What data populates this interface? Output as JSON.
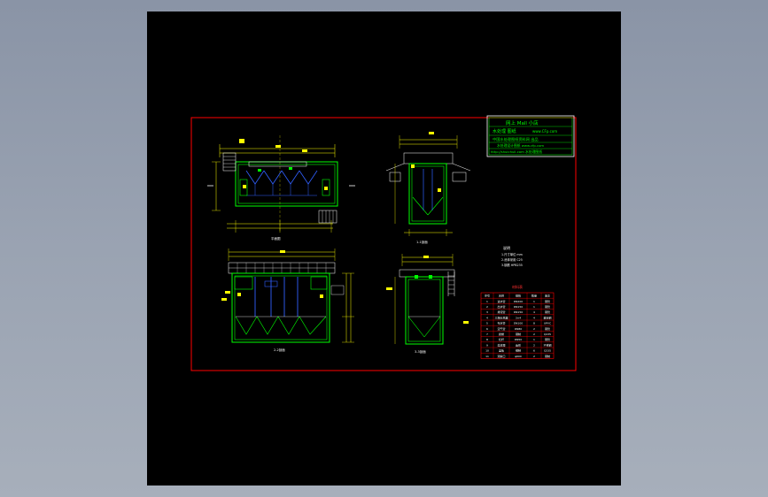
{
  "title_block": {
    "line1": "网上 Mall 小店",
    "line2": "水处理 图纸",
    "line2_url": "www.CFp.com",
    "line3": "中国水处理图纸资料网 出品",
    "line4": "水处理设计图纸 www.cfp.com",
    "line5": "http://shuichuli.com 水处理图纸"
  },
  "views": {
    "plan": "平面图",
    "side_top": "1-1剖面",
    "front": "2-2剖面",
    "side_bottom": "3-3剖面"
  },
  "notes": {
    "heading": "说明",
    "items": [
      "1.尺寸单位 mm",
      "2.池体采用 C25",
      "3.钢筋 HPB235"
    ]
  },
  "table": {
    "heading": "材料表",
    "rows": [
      [
        "序号",
        "名称",
        "规格",
        "数量",
        "备注"
      ],
      [
        "1",
        "进水管",
        "DN200",
        "1",
        "钢管"
      ],
      [
        "2",
        "出水管",
        "DN150",
        "1",
        "钢管"
      ],
      [
        "3",
        "排泥管",
        "DN150",
        "4",
        "钢管"
      ],
      [
        "4",
        "三相分离器",
        "3×4",
        "4",
        "玻璃钢"
      ],
      [
        "5",
        "布水管",
        "DN100",
        "8",
        "UPVC"
      ],
      [
        "6",
        "沼气管",
        "DN80",
        "2",
        "钢管"
      ],
      [
        "7",
        "爬梯",
        "钢制",
        "2",
        "Q235"
      ],
      [
        "8",
        "栏杆",
        "DN50",
        "1",
        "钢管"
      ],
      [
        "9",
        "溢流堰",
        "齿形",
        "2",
        "不锈钢"
      ],
      [
        "10",
        "盖板",
        "钢制",
        "6",
        "Q235"
      ],
      [
        "11",
        "观察口",
        "φ600",
        "2",
        "钢制"
      ]
    ]
  },
  "colors": {
    "border": "#ff0000",
    "line": "#00ff00",
    "dimension": "#ffff00",
    "pipe": "#3060ff",
    "text": "#ffffff"
  }
}
